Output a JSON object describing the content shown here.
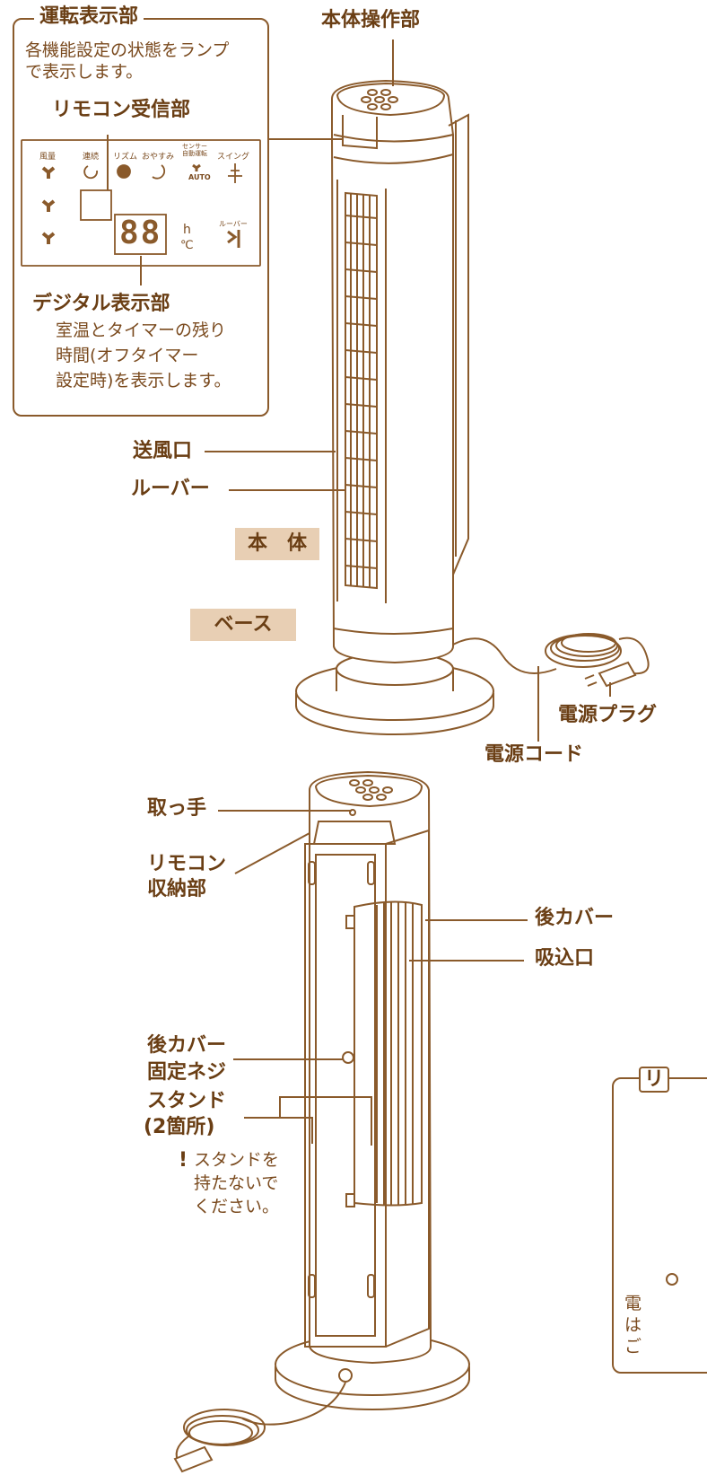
{
  "labels": {
    "operation_display": "運転表示部",
    "operation_display_desc_1": "各機能設定の状態をランプ",
    "operation_display_desc_2": "で表示します。",
    "remote_receiver": "リモコン受信部",
    "panel_icons": [
      "風量",
      "連続",
      "リズム",
      "おやすみ",
      "センサー\n自動運転",
      "スイング"
    ],
    "panel_auto": "AUTO",
    "panel_digits": "88",
    "panel_h": "h",
    "panel_c": "℃",
    "panel_louver": "ルーバー",
    "digital_display": "デジタル表示部",
    "digital_desc_1": "室温とタイマーの残り",
    "digital_desc_2": "時間(オフタイマー",
    "digital_desc_3": "設定時)を表示します。",
    "body_controls": "本体操作部",
    "outlet": "送風口",
    "louver": "ルーバー",
    "body": "本　体",
    "base": "ベース",
    "power_plug": "電源プラグ",
    "power_cord": "電源コード",
    "handle": "取っ手",
    "remote_storage_1": "リモコン",
    "remote_storage_2": "収納部",
    "rear_cover": "後カバー",
    "intake": "吸込口",
    "rear_cover_screw_1": "後カバー",
    "rear_cover_screw_2": "固定ネジ",
    "stand_1": "スタンド",
    "stand_2": "(2箇所)",
    "warning_1": "スタンドを",
    "warning_2": "持たないで",
    "warning_3": "ください。",
    "right_box_title": "リ",
    "right_box_text_1": "電",
    "right_box_text_2": "は",
    "right_box_text_3": "ご"
  },
  "colors": {
    "line": "#8a5a2b",
    "tag_bg": "#e8cfb4",
    "text": "#6a3e14"
  }
}
